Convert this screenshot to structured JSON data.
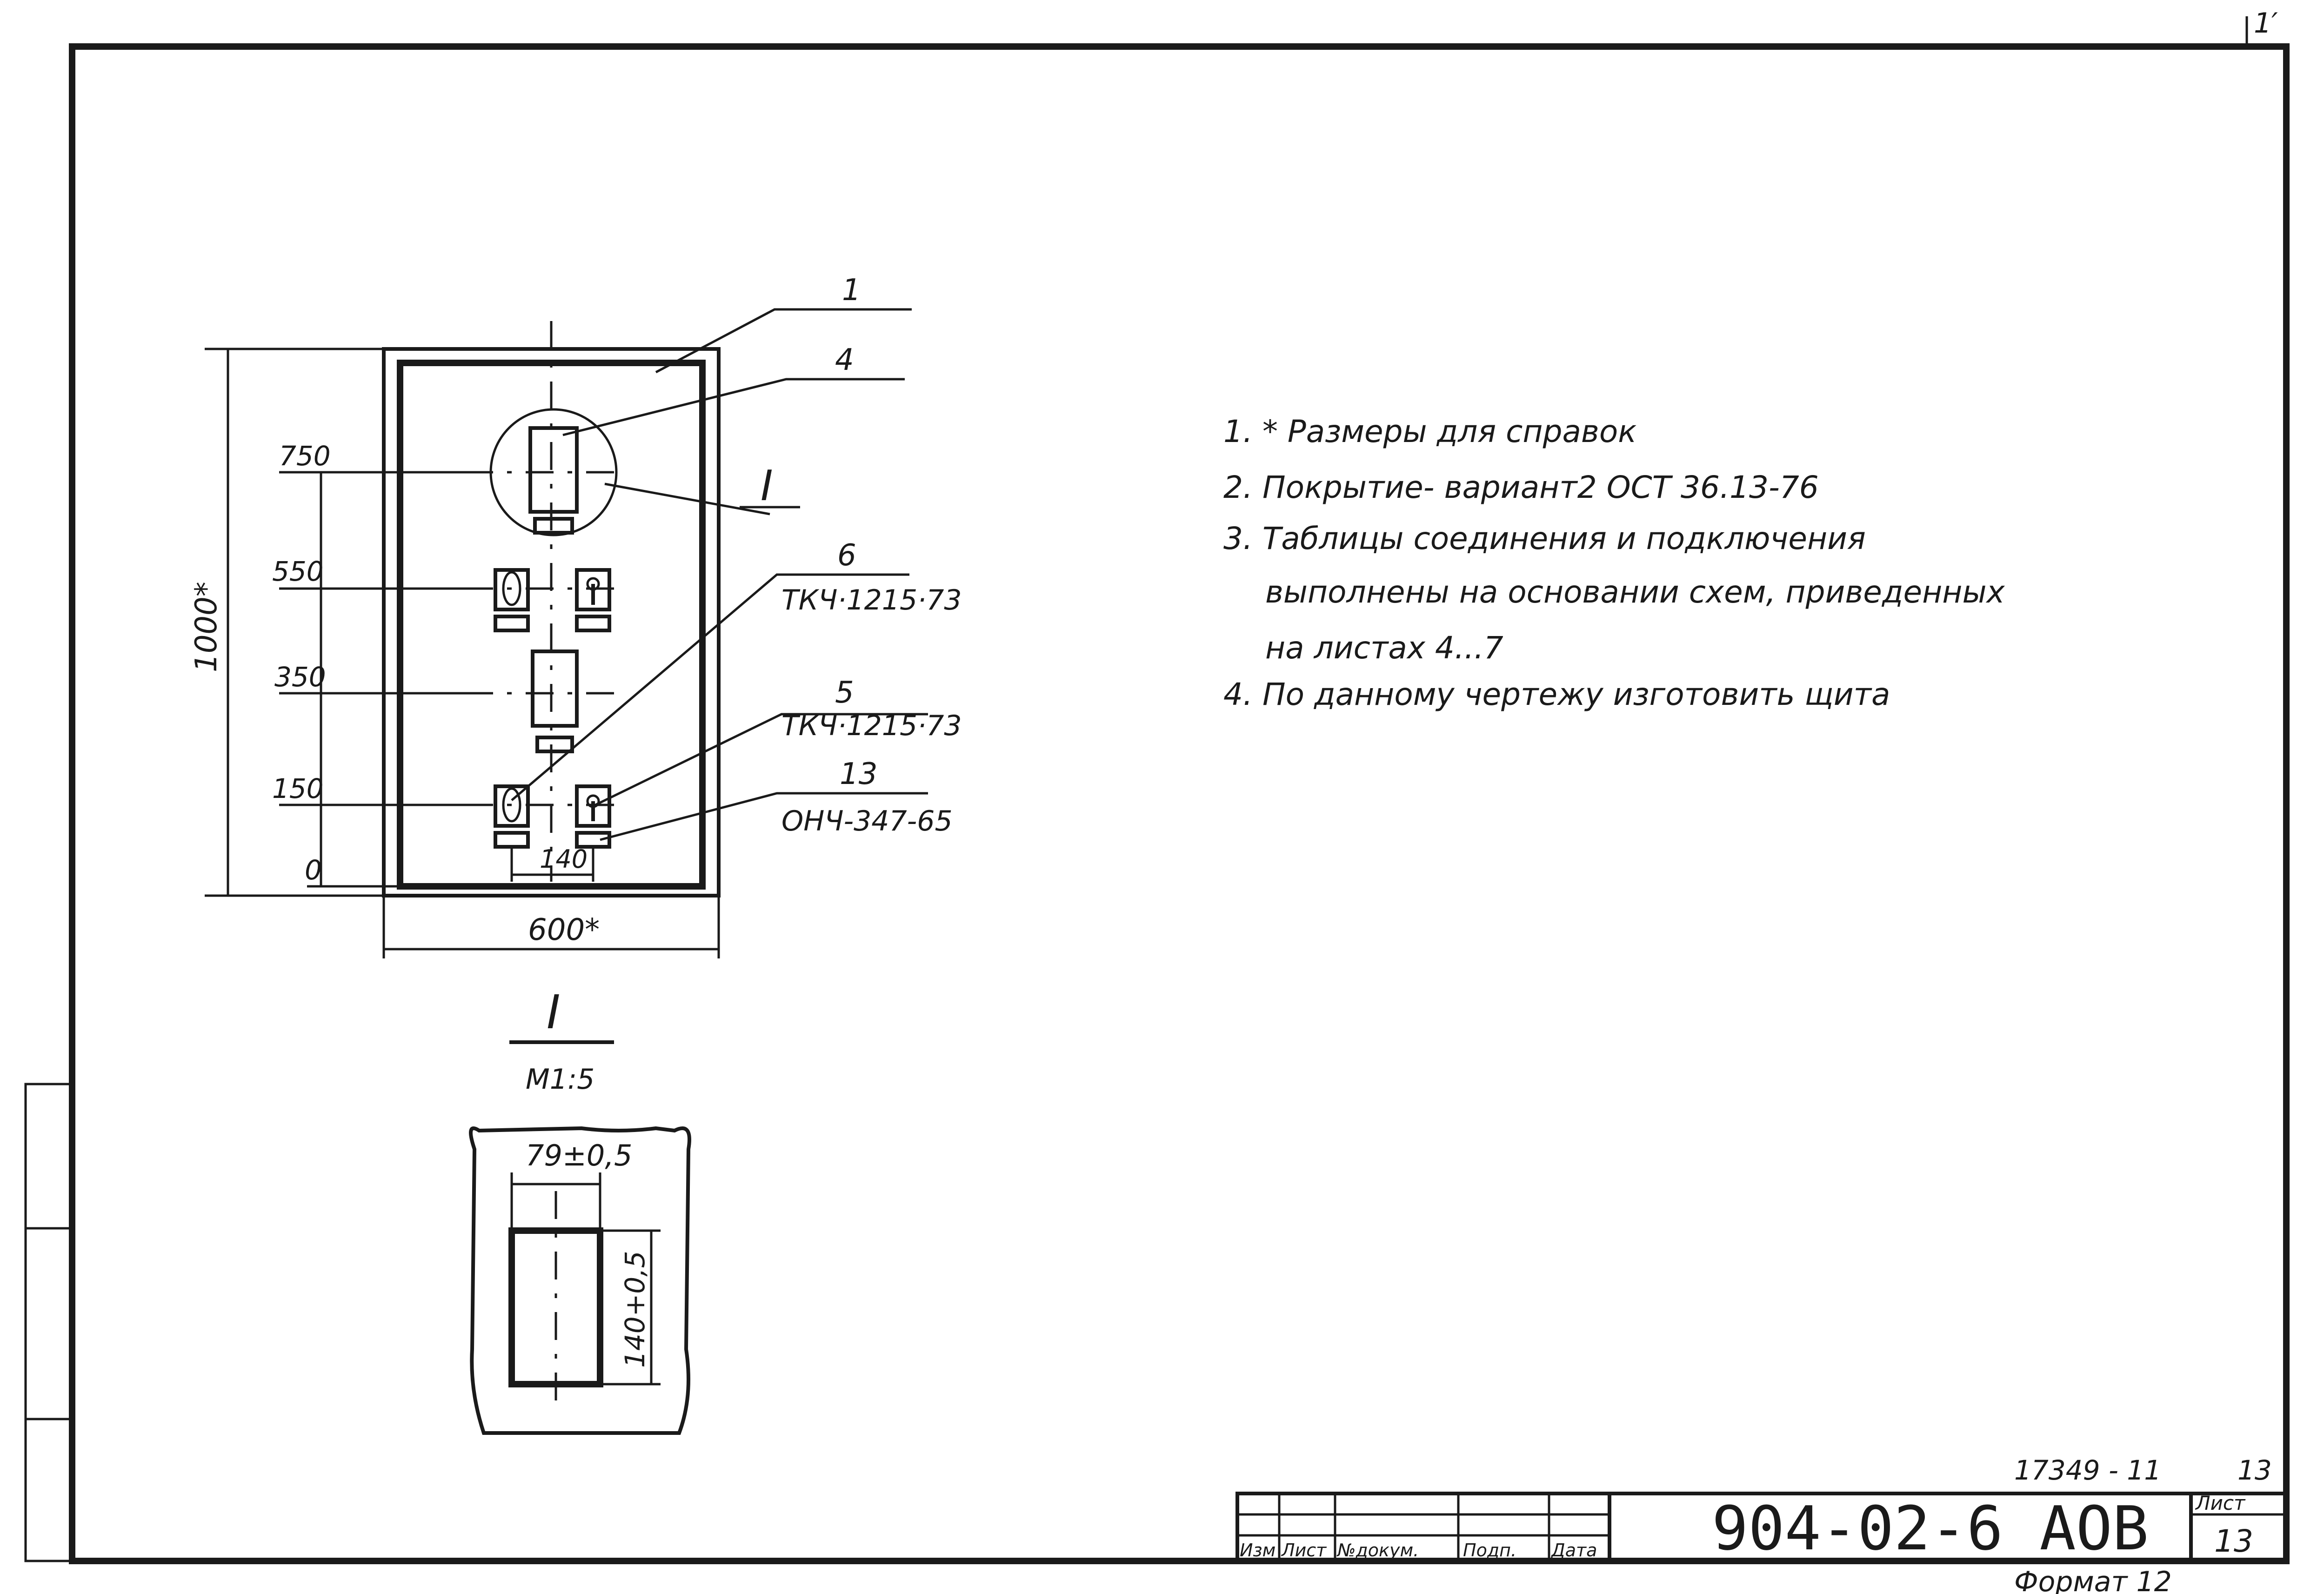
{
  "corner_mark": "1′",
  "front_view": {
    "leaders": {
      "l1": "1",
      "l4": "4",
      "l6": "6",
      "l6_code": "ТКЧ·1215·73",
      "l5": "5",
      "l5_code": "ТКЧ·1215·73",
      "l13": "13",
      "l13_code": "ОНЧ-347-65"
    },
    "detail_callout": "I",
    "heights": [
      "750",
      "550",
      "350",
      "150",
      "0"
    ],
    "height_total": "1000*",
    "width_total": "600*",
    "spacing": "140"
  },
  "detail_view": {
    "title": "I",
    "scale": "М1:5",
    "width_dim": "79±0,5",
    "height_dim": "140+0,5"
  },
  "notes": [
    "1. * Размеры для справок",
    "2. Покрытие- вариант2  ОСТ 36.13-76",
    "3. Таблицы  соединения  и  подключения",
    "выполнены  на  основании  схем, приведенных",
    "на  листах 4...7",
    "4. По данному  чертежу  изготовить      щита"
  ],
  "title_block": {
    "inv_number": "17349 - 11",
    "page_top": "13",
    "drawing_code": "904-02-6  АОВ",
    "sheet_label": "Лист",
    "sheet_number": "13",
    "format": "Формат 12",
    "columns": [
      "Изм",
      "Лист",
      "№докум.",
      "Подп.",
      "Дата"
    ]
  }
}
